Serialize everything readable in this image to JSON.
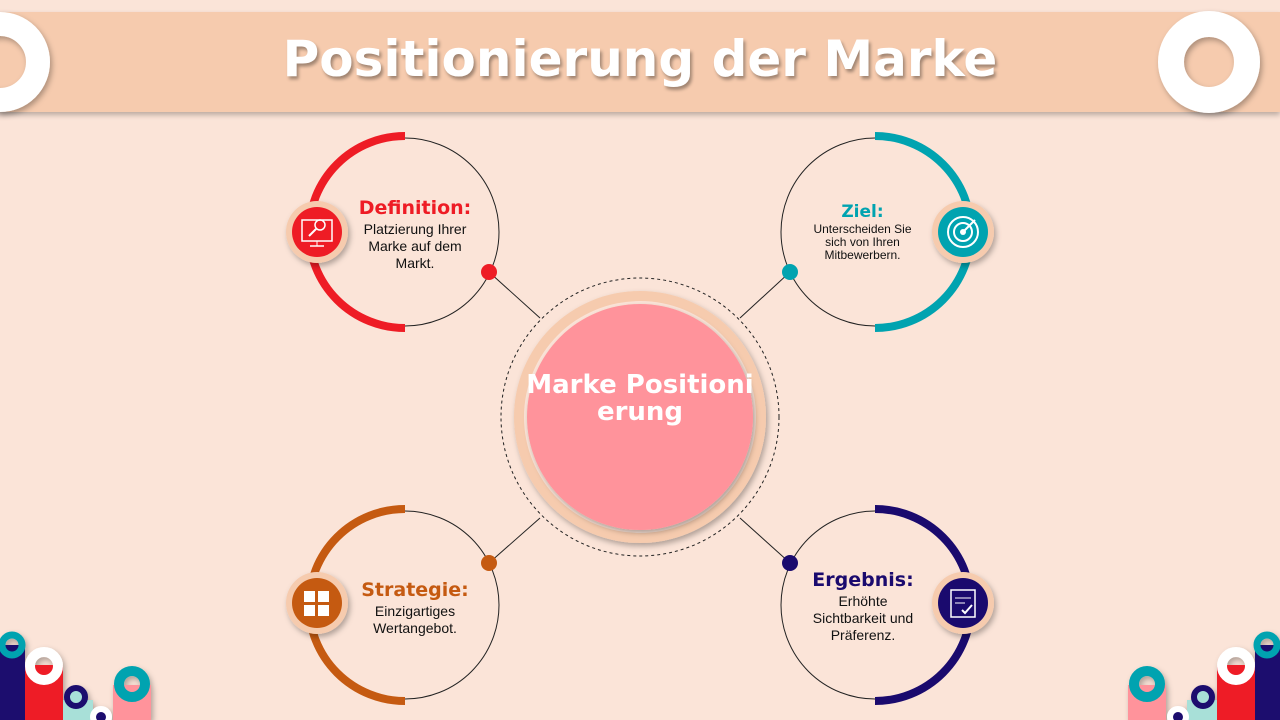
{
  "title": "Positionierung der Marke",
  "center": {
    "label": "Marke Positionierung"
  },
  "colors": {
    "background": "#fbe4d8",
    "banner": "#f6cbae",
    "red": "#ee1c25",
    "teal": "#00a3b0",
    "orange": "#c55a11",
    "navy": "#1a0a6e",
    "center": "#ff939b"
  },
  "nodes": [
    {
      "heading": "Definition:",
      "text": "Platzierung Ihrer Marke auf dem Markt.",
      "icon": "monitor-search-icon"
    },
    {
      "heading": "Ziel:",
      "text": "Unterscheiden Sie sich von Ihren Mitbewerbern.",
      "icon": "target-icon"
    },
    {
      "heading": "Strategie:",
      "text": "Einzigartiges Wertangebot.",
      "icon": "puzzle-icon"
    },
    {
      "heading": "Ergebnis:",
      "text": "Erhöhte Sichtbarkeit und Präferenz.",
      "icon": "checklist-icon"
    }
  ]
}
